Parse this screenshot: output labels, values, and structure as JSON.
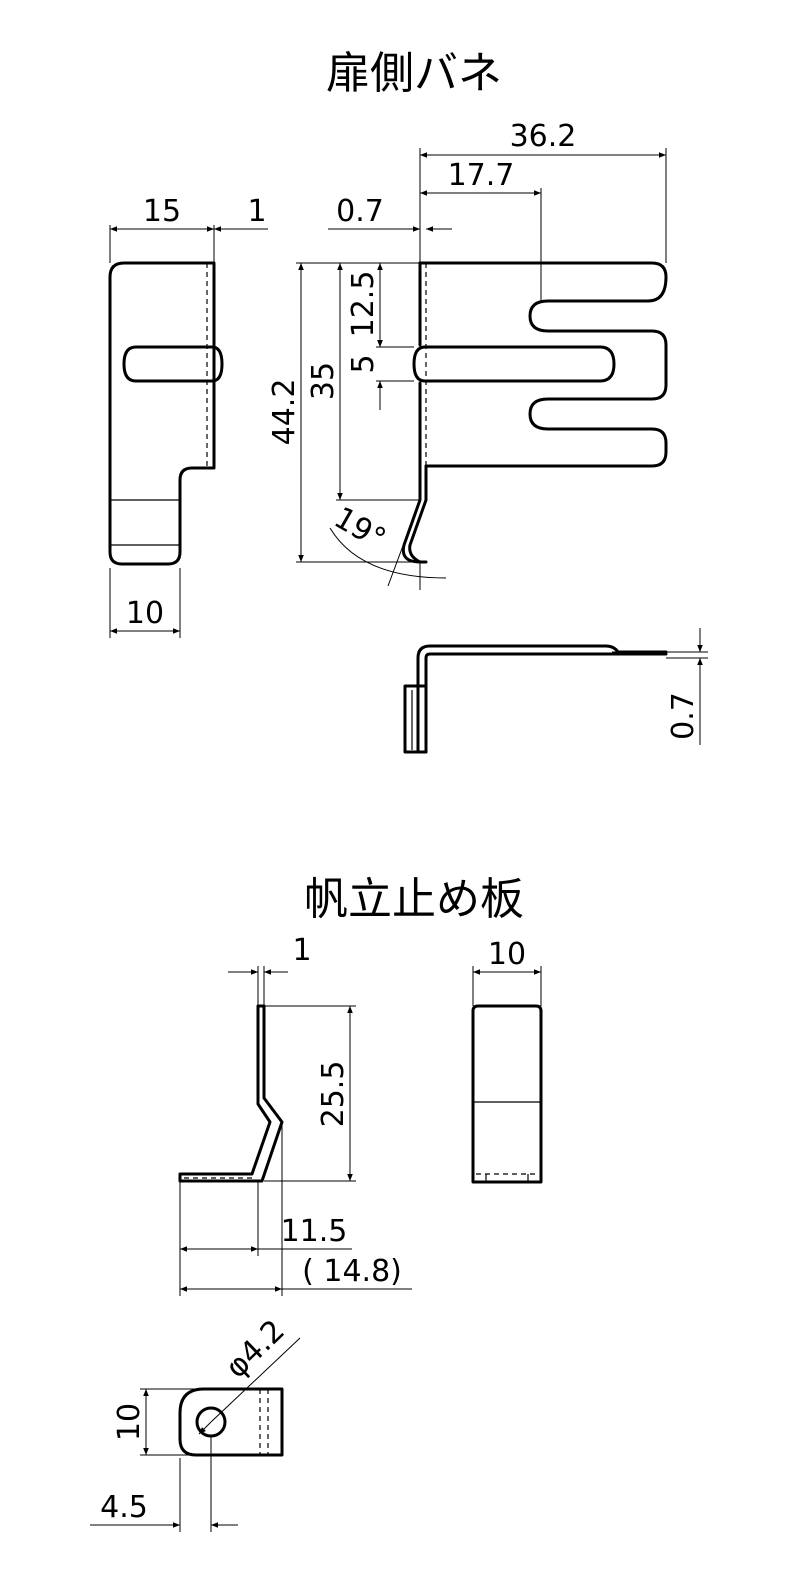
{
  "titles": {
    "spring": "扉側バネ",
    "plate": "帆立止め板"
  },
  "spring": {
    "dim_15": "15",
    "dim_1": "1",
    "dim_10": "10",
    "dim_0_7_top": "0.7",
    "dim_36_2": "36.2",
    "dim_17_7": "17.7",
    "dim_12_5": "12.5",
    "dim_5": "5",
    "dim_35": "35",
    "dim_44_2": "44.2",
    "dim_19deg": "19°",
    "dim_0_7_side": "0.7"
  },
  "plate": {
    "dim_1": "1",
    "dim_10": "10",
    "dim_25_5": "25.5",
    "dim_11_5": "11.5",
    "dim_14_8": "( 14.8)",
    "dim_phi": "φ4.2",
    "dim_10_side": "10",
    "dim_4_5": "4.5"
  }
}
